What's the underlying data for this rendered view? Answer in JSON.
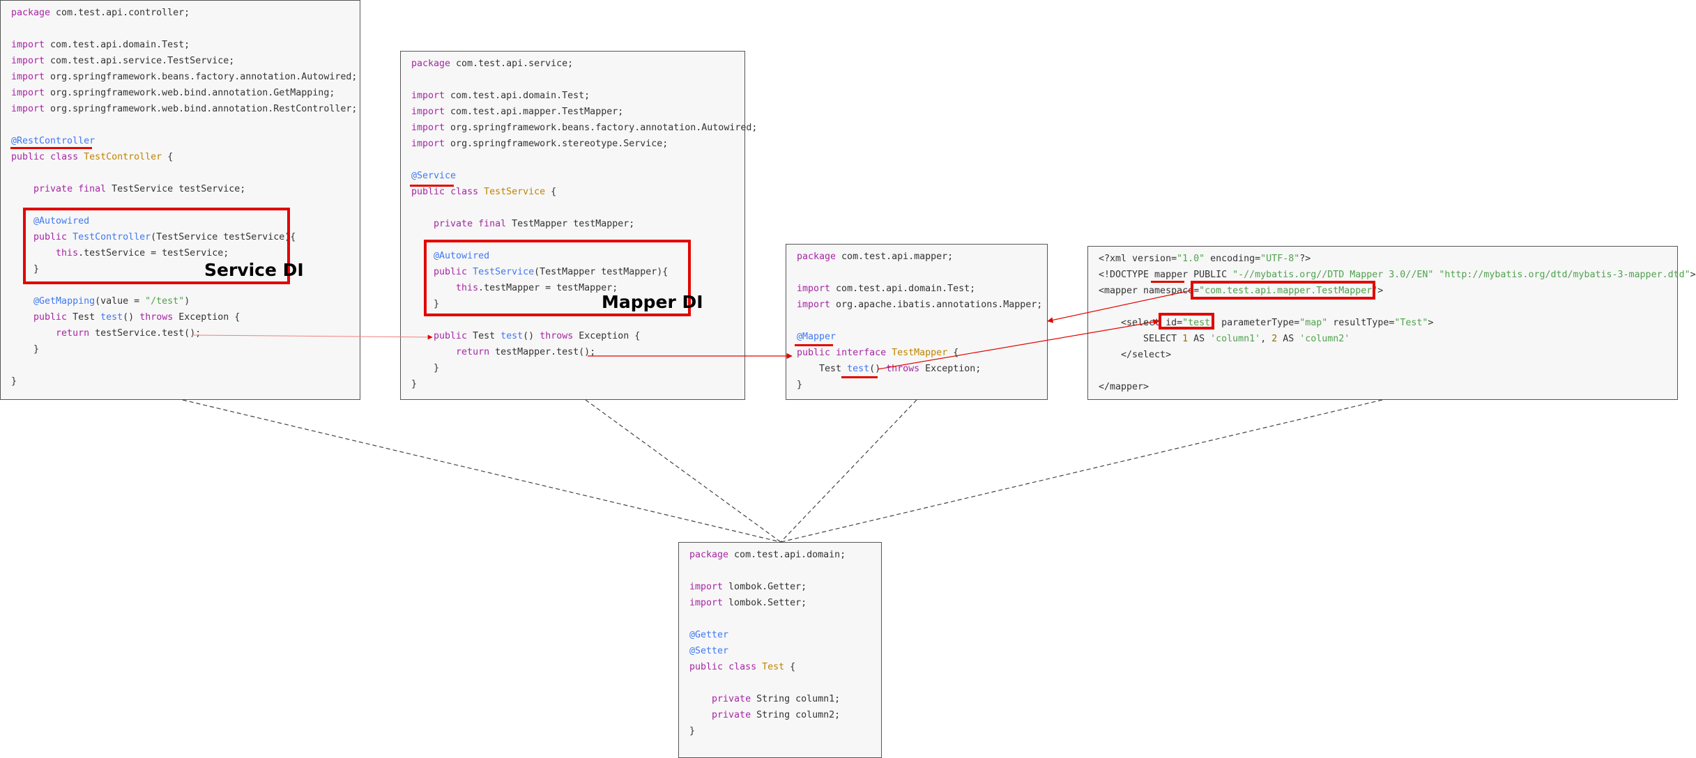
{
  "panels": {
    "controller": {
      "lines": [
        [
          [
            "kw",
            "package"
          ],
          [
            "pl",
            " com.test.api.controller;"
          ]
        ],
        [],
        [
          [
            "kw",
            "import"
          ],
          [
            "pl",
            " com.test.api.domain.Test;"
          ]
        ],
        [
          [
            "kw",
            "import"
          ],
          [
            "pl",
            " com.test.api.service.TestService;"
          ]
        ],
        [
          [
            "kw",
            "import"
          ],
          [
            "pl",
            " org.springframework.beans.factory.annotation.Autowired;"
          ]
        ],
        [
          [
            "kw",
            "import"
          ],
          [
            "pl",
            " org.springframework.web.bind.annotation.GetMapping;"
          ]
        ],
        [
          [
            "kw",
            "import"
          ],
          [
            "pl",
            " org.springframework.web.bind.annotation.RestController;"
          ]
        ],
        [],
        [
          [
            "an",
            "@RestController"
          ]
        ],
        [
          [
            "kw",
            "public"
          ],
          [
            "pl",
            " "
          ],
          [
            "kw",
            "class"
          ],
          [
            "pl",
            " "
          ],
          [
            "cl",
            "TestController"
          ],
          [
            "pl",
            " {"
          ]
        ],
        [],
        [
          [
            "pl",
            "    "
          ],
          [
            "kw",
            "private"
          ],
          [
            "pl",
            " "
          ],
          [
            "kw",
            "final"
          ],
          [
            "pl",
            " TestService testService;"
          ]
        ],
        [],
        [
          [
            "pl",
            "    "
          ],
          [
            "an",
            "@Autowired"
          ]
        ],
        [
          [
            "pl",
            "    "
          ],
          [
            "kw",
            "public"
          ],
          [
            "pl",
            " "
          ],
          [
            "fn",
            "TestController"
          ],
          [
            "pl",
            "(TestService testService){"
          ]
        ],
        [
          [
            "pl",
            "        "
          ],
          [
            "kw",
            "this"
          ],
          [
            "pl",
            ".testService = testService;"
          ]
        ],
        [
          [
            "pl",
            "    }"
          ]
        ],
        [],
        [
          [
            "pl",
            "    "
          ],
          [
            "an",
            "@GetMapping"
          ],
          [
            "pl",
            "(value = "
          ],
          [
            "st",
            "\"/test\""
          ],
          [
            "pl",
            ")"
          ]
        ],
        [
          [
            "pl",
            "    "
          ],
          [
            "kw",
            "public"
          ],
          [
            "pl",
            " Test "
          ],
          [
            "fn",
            "test"
          ],
          [
            "pl",
            "() "
          ],
          [
            "kw",
            "throws"
          ],
          [
            "pl",
            " Exception {"
          ]
        ],
        [
          [
            "pl",
            "        "
          ],
          [
            "kw",
            "return"
          ],
          [
            "pl",
            " testService.test();"
          ]
        ],
        [
          [
            "pl",
            "    }"
          ]
        ],
        [],
        [
          [
            "pl",
            "}"
          ]
        ]
      ]
    },
    "service": {
      "lines": [
        [
          [
            "kw",
            "package"
          ],
          [
            "pl",
            " com.test.api.service;"
          ]
        ],
        [],
        [
          [
            "kw",
            "import"
          ],
          [
            "pl",
            " com.test.api.domain.Test;"
          ]
        ],
        [
          [
            "kw",
            "import"
          ],
          [
            "pl",
            " com.test.api.mapper.TestMapper;"
          ]
        ],
        [
          [
            "kw",
            "import"
          ],
          [
            "pl",
            " org.springframework.beans.factory.annotation.Autowired;"
          ]
        ],
        [
          [
            "kw",
            "import"
          ],
          [
            "pl",
            " org.springframework.stereotype.Service;"
          ]
        ],
        [],
        [
          [
            "an",
            "@Service"
          ]
        ],
        [
          [
            "kw",
            "public"
          ],
          [
            "pl",
            " "
          ],
          [
            "kw",
            "class"
          ],
          [
            "pl",
            " "
          ],
          [
            "cl",
            "TestService"
          ],
          [
            "pl",
            " {"
          ]
        ],
        [],
        [
          [
            "pl",
            "    "
          ],
          [
            "kw",
            "private"
          ],
          [
            "pl",
            " "
          ],
          [
            "kw",
            "final"
          ],
          [
            "pl",
            " TestMapper testMapper;"
          ]
        ],
        [],
        [
          [
            "pl",
            "    "
          ],
          [
            "an",
            "@Autowired"
          ]
        ],
        [
          [
            "pl",
            "    "
          ],
          [
            "kw",
            "public"
          ],
          [
            "pl",
            " "
          ],
          [
            "fn",
            "TestService"
          ],
          [
            "pl",
            "(TestMapper testMapper){"
          ]
        ],
        [
          [
            "pl",
            "        "
          ],
          [
            "kw",
            "this"
          ],
          [
            "pl",
            ".testMapper = testMapper;"
          ]
        ],
        [
          [
            "pl",
            "    }"
          ]
        ],
        [],
        [
          [
            "pl",
            "    "
          ],
          [
            "kw",
            "public"
          ],
          [
            "pl",
            " Test "
          ],
          [
            "fn",
            "test"
          ],
          [
            "pl",
            "() "
          ],
          [
            "kw",
            "throws"
          ],
          [
            "pl",
            " Exception {"
          ]
        ],
        [
          [
            "pl",
            "        "
          ],
          [
            "kw",
            "return"
          ],
          [
            "pl",
            " testMapper.test();"
          ]
        ],
        [
          [
            "pl",
            "    }"
          ]
        ],
        [
          [
            "pl",
            "}"
          ]
        ]
      ]
    },
    "mapper": {
      "lines": [
        [
          [
            "kw",
            "package"
          ],
          [
            "pl",
            " com.test.api.mapper;"
          ]
        ],
        [],
        [
          [
            "kw",
            "import"
          ],
          [
            "pl",
            " com.test.api.domain.Test;"
          ]
        ],
        [
          [
            "kw",
            "import"
          ],
          [
            "pl",
            " org.apache.ibatis.annotations.Mapper;"
          ]
        ],
        [],
        [
          [
            "an",
            "@Mapper"
          ]
        ],
        [
          [
            "kw",
            "public"
          ],
          [
            "pl",
            " "
          ],
          [
            "kw",
            "interface"
          ],
          [
            "pl",
            " "
          ],
          [
            "cl",
            "TestMapper"
          ],
          [
            "pl",
            " {"
          ]
        ],
        [
          [
            "pl",
            "    Test "
          ],
          [
            "fn",
            "test"
          ],
          [
            "pl",
            "() "
          ],
          [
            "kw",
            "throws"
          ],
          [
            "pl",
            " Exception;"
          ]
        ],
        [
          [
            "pl",
            "}"
          ]
        ]
      ]
    },
    "xml": {
      "lines": [
        [
          [
            "tx",
            "<?xml version="
          ],
          [
            "st",
            "\"1.0\""
          ],
          [
            "tx",
            " encoding="
          ],
          [
            "st",
            "\"UTF-8\""
          ],
          [
            "tx",
            "?>"
          ]
        ],
        [
          [
            "tx",
            "<!DOCTYPE mapper PUBLIC "
          ],
          [
            "st",
            "\"-//mybatis.org//DTD Mapper 3.0//EN\""
          ],
          [
            "tx",
            " "
          ],
          [
            "st",
            "\"http://mybatis.org/dtd/mybatis-3-mapper.dtd\""
          ],
          [
            "tx",
            ">"
          ]
        ],
        [
          [
            "tx",
            "<mapper namespace="
          ],
          [
            "st",
            "\"com.test.api.mapper.TestMapper\""
          ],
          [
            "tx",
            ">"
          ]
        ],
        [],
        [
          [
            "tx",
            "    <select id="
          ],
          [
            "st",
            "\"test\""
          ],
          [
            "tx",
            " parameterType="
          ],
          [
            "st",
            "\"map\""
          ],
          [
            "tx",
            " resultType="
          ],
          [
            "st",
            "\"Test\""
          ],
          [
            "tx",
            ">"
          ]
        ],
        [
          [
            "tx",
            "        SELECT "
          ],
          [
            "nu",
            "1"
          ],
          [
            "tx",
            " AS "
          ],
          [
            "st",
            "'column1'"
          ],
          [
            "tx",
            ", "
          ],
          [
            "nu",
            "2"
          ],
          [
            "tx",
            " AS "
          ],
          [
            "st",
            "'column2'"
          ]
        ],
        [
          [
            "tx",
            "    </select>"
          ]
        ],
        [],
        [
          [
            "tx",
            "</mapper>"
          ]
        ]
      ]
    },
    "domain": {
      "lines": [
        [
          [
            "kw",
            "package"
          ],
          [
            "pl",
            " com.test.api.domain;"
          ]
        ],
        [],
        [
          [
            "kw",
            "import"
          ],
          [
            "pl",
            " lombok.Getter;"
          ]
        ],
        [
          [
            "kw",
            "import"
          ],
          [
            "pl",
            " lombok.Setter;"
          ]
        ],
        [],
        [
          [
            "an",
            "@Getter"
          ]
        ],
        [
          [
            "an",
            "@Setter"
          ]
        ],
        [
          [
            "kw",
            "public"
          ],
          [
            "pl",
            " "
          ],
          [
            "kw",
            "class"
          ],
          [
            "pl",
            " "
          ],
          [
            "cl",
            "Test"
          ],
          [
            "pl",
            " {"
          ]
        ],
        [],
        [
          [
            "pl",
            "    "
          ],
          [
            "kw",
            "private"
          ],
          [
            "pl",
            " String column1;"
          ]
        ],
        [
          [
            "pl",
            "    "
          ],
          [
            "kw",
            "private"
          ],
          [
            "pl",
            " String column2;"
          ]
        ],
        [
          [
            "pl",
            "}"
          ]
        ]
      ]
    }
  },
  "labels": {
    "service_di": "Service DI",
    "mapper_di": "Mapper DI"
  },
  "colors": {
    "highlight_red": "#e10600",
    "arrow_red": "#e10600",
    "connector_pink": "#f08080",
    "keyword": "#a626a4",
    "annotation": "#4078f2",
    "class_name": "#c18401",
    "string": "#50a14f"
  }
}
